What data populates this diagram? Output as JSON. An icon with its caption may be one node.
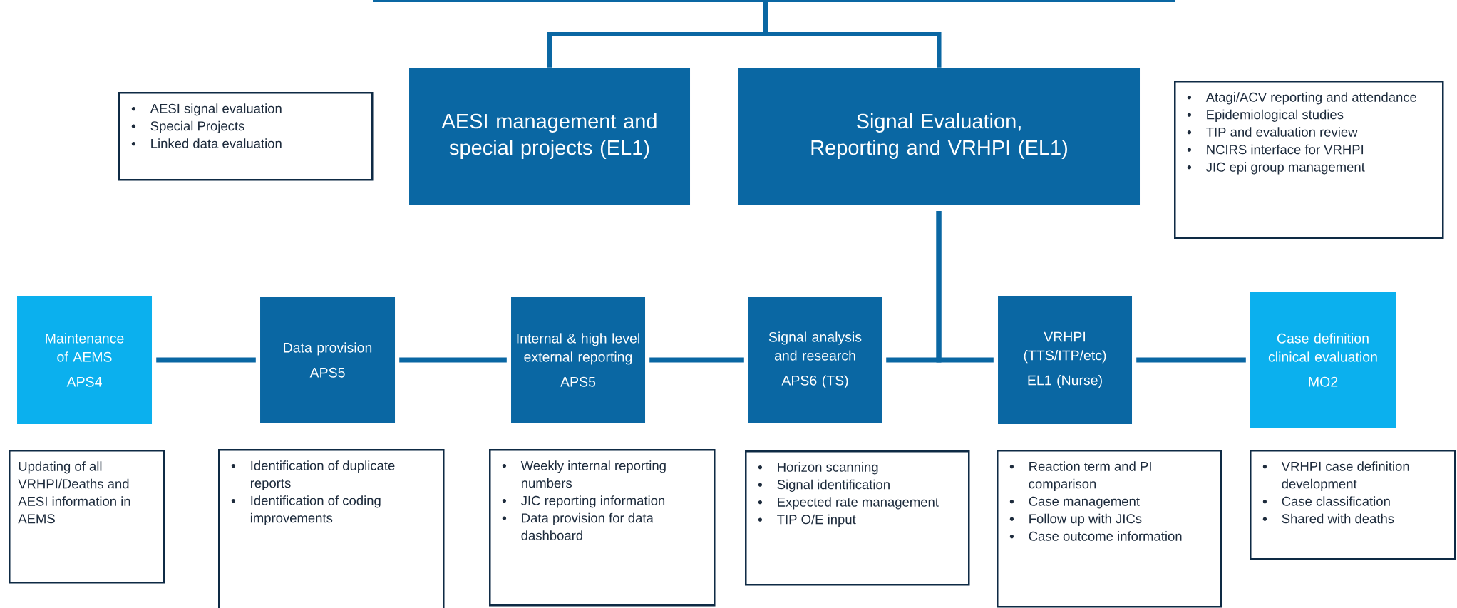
{
  "diagram": {
    "nodes": [
      {
        "text": [],
        "shape": "bar"
      },
      {
        "text": [
          "AESI management and special projects (EL1)"
        ]
      },
      {
        "text": [
          "Signal Evaluation, Reporting and VRHPI (EL1)"
        ]
      },
      {
        "text": [
          "AESI signal evaluation",
          "Special Projects",
          "Linked data evaluation"
        ]
      },
      {
        "text": [
          "Atagi/ACV reporting and attendance",
          "Epidemiological studies",
          "TIP and evaluation review",
          "NCIRS interface for VRHPI",
          "JIC epi group management"
        ]
      },
      {
        "text": [
          "Maintenance of AEMS",
          "APS4"
        ]
      },
      {
        "text": [
          "Data provision",
          "APS5"
        ]
      },
      {
        "text": [
          "Internal & high level external reporting",
          "APS5"
        ]
      },
      {
        "text": [
          "Signal analysis and research",
          "APS6 (TS)"
        ]
      },
      {
        "text": [
          "VRHPI (TTS/ITP/etc)",
          "EL1 (Nurse)"
        ]
      },
      {
        "text": [
          "Case definition clinical evaluation",
          "MO2"
        ]
      },
      {
        "text": [
          "Updating of all VRHPI/Deaths and AESI information in AEMS"
        ]
      },
      {
        "text": [
          "Identification of duplicate reports",
          "Identification of coding improvements"
        ]
      },
      {
        "text": [
          "Weekly internal reporting numbers",
          "JIC reporting information",
          "Data provision for data dashboard"
        ]
      },
      {
        "text": [
          "Horizon scanning",
          "Signal identification",
          "Expected rate management",
          "TIP O/E input"
        ]
      },
      {
        "text": [
          "Reaction term and PI comparison",
          "Case management",
          "Follow up with JICs",
          "Case outcome information"
        ]
      },
      {
        "text": [
          "VRHPI case definition development",
          "Case classification",
          "Shared with deaths"
        ]
      }
    ],
    "edges": [
      {
        "from": 0,
        "to": 1,
        "arrow": "none"
      },
      {
        "from": 0,
        "to": 2,
        "arrow": "none"
      },
      {
        "from": 2,
        "to": 8,
        "arrow": "none"
      },
      {
        "from": 2,
        "to": 9,
        "arrow": "none"
      },
      {
        "from": 5,
        "to": 6,
        "arrow": "none"
      },
      {
        "from": 6,
        "to": 7,
        "arrow": "none"
      },
      {
        "from": 7,
        "to": 8,
        "arrow": "none"
      },
      {
        "from": 9,
        "to": 10,
        "arrow": "none"
      }
    ]
  }
}
